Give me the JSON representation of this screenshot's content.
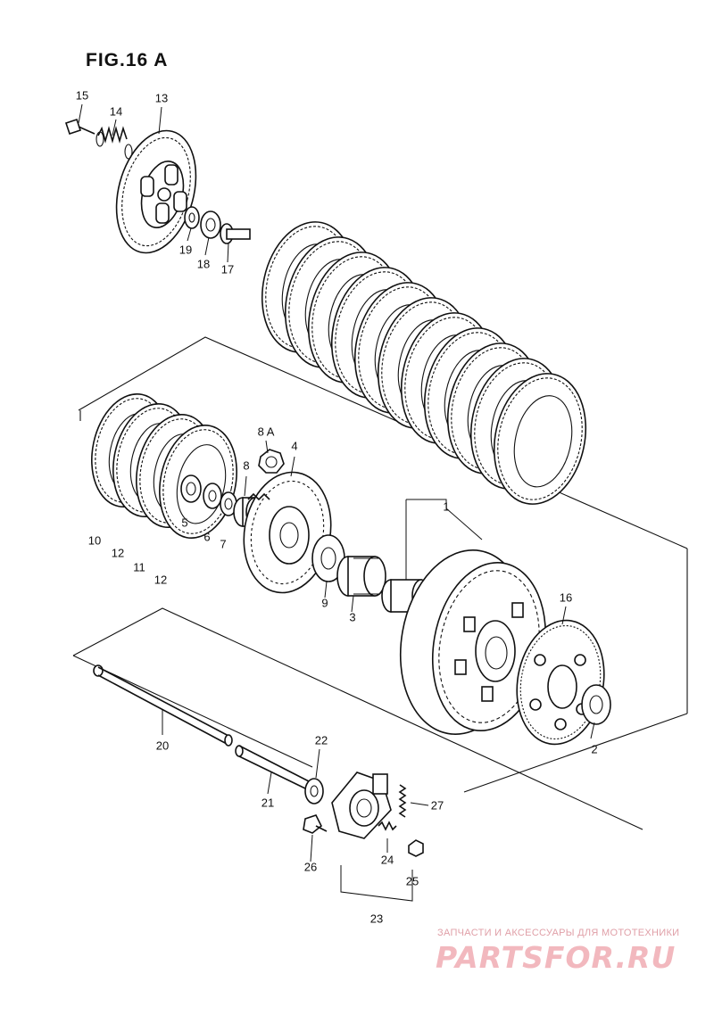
{
  "figure": {
    "title": "FIG.16 A"
  },
  "callouts": [
    {
      "id": "1",
      "text": "1"
    },
    {
      "id": "2",
      "text": "2"
    },
    {
      "id": "3",
      "text": "3"
    },
    {
      "id": "4",
      "text": "4"
    },
    {
      "id": "5",
      "text": "5"
    },
    {
      "id": "6",
      "text": "6"
    },
    {
      "id": "7",
      "text": "7"
    },
    {
      "id": "8",
      "text": "8"
    },
    {
      "id": "8a",
      "text": "8 A"
    },
    {
      "id": "9",
      "text": "9"
    },
    {
      "id": "10",
      "text": "10"
    },
    {
      "id": "11",
      "text": "11"
    },
    {
      "id": "12a",
      "text": "12"
    },
    {
      "id": "12b",
      "text": "12"
    },
    {
      "id": "13",
      "text": "13"
    },
    {
      "id": "14",
      "text": "14"
    },
    {
      "id": "15",
      "text": "15"
    },
    {
      "id": "16",
      "text": "16"
    },
    {
      "id": "17",
      "text": "17"
    },
    {
      "id": "18",
      "text": "18"
    },
    {
      "id": "19",
      "text": "19"
    },
    {
      "id": "20",
      "text": "20"
    },
    {
      "id": "21",
      "text": "21"
    },
    {
      "id": "22",
      "text": "22"
    },
    {
      "id": "23",
      "text": "23"
    },
    {
      "id": "24",
      "text": "24"
    },
    {
      "id": "25",
      "text": "25"
    },
    {
      "id": "26",
      "text": "26"
    },
    {
      "id": "27",
      "text": "27"
    }
  ],
  "watermark": {
    "tagline": "ЗАПЧАСТИ И АКСЕССУАРЫ ДЛЯ МОТОТЕХНИКИ",
    "logo": "PARTSFOR.RU"
  },
  "colors": {
    "line": "#111111",
    "watermark": "#f2b8be"
  }
}
